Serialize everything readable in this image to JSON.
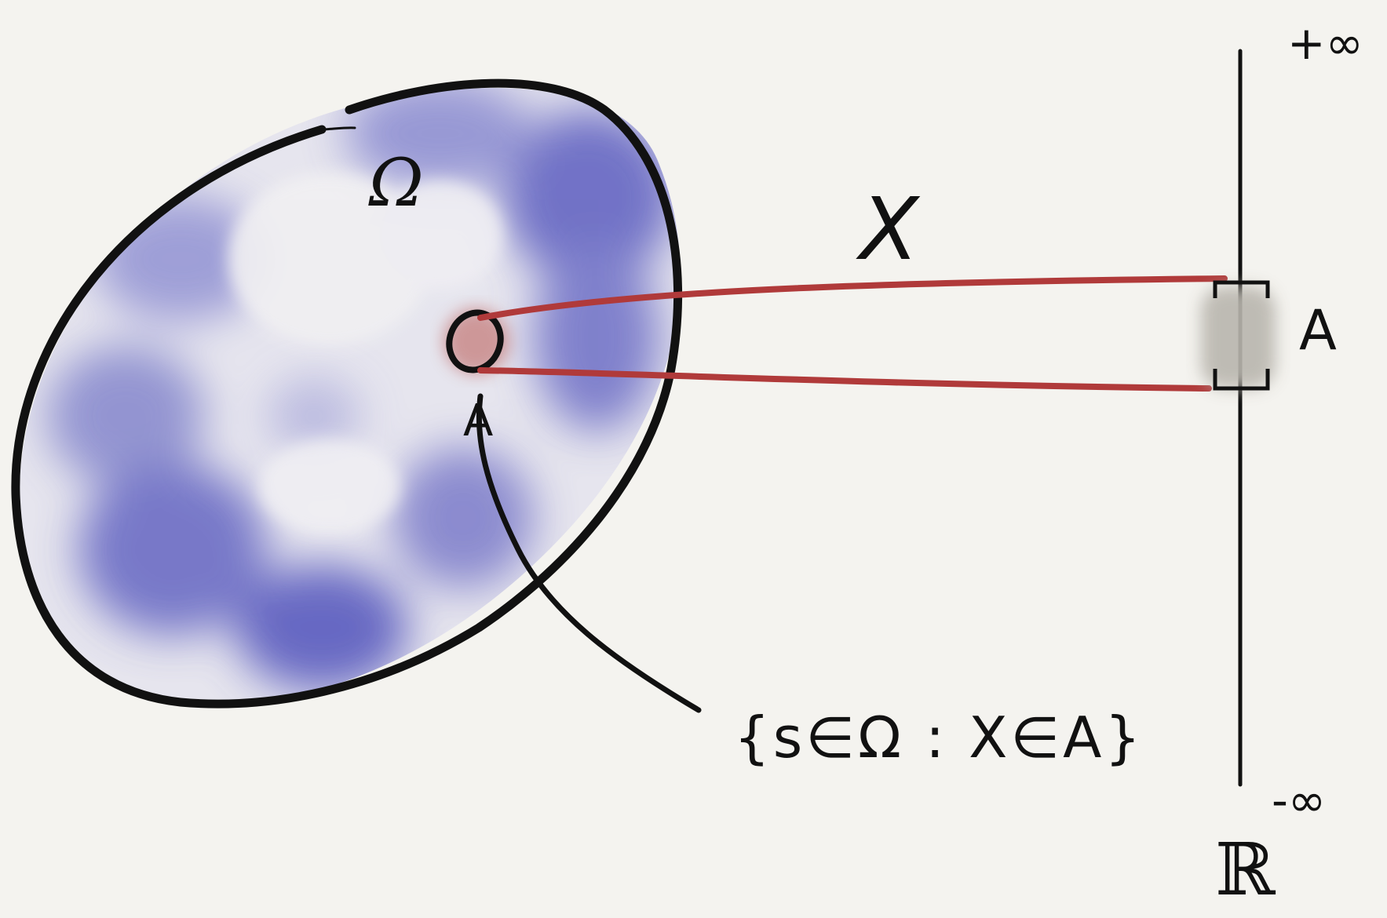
{
  "diagram": {
    "sample_space_label": "Ω",
    "random_variable_label": "X",
    "preimage_label": "A",
    "interval_label": "A",
    "set_notation": "{s∈Ω : X∈A}",
    "real_line_label": "ℝ",
    "top_limit_label": "+∞",
    "bottom_limit_label": "-∞"
  },
  "colors": {
    "background": "#f4f3ef",
    "ink": "#111111",
    "blob_fill": "#6b6cc4",
    "mapping_lines": "#b03a3a",
    "preimage_fill": "#c98a8a",
    "interval_fill": "#b9b6ae"
  }
}
